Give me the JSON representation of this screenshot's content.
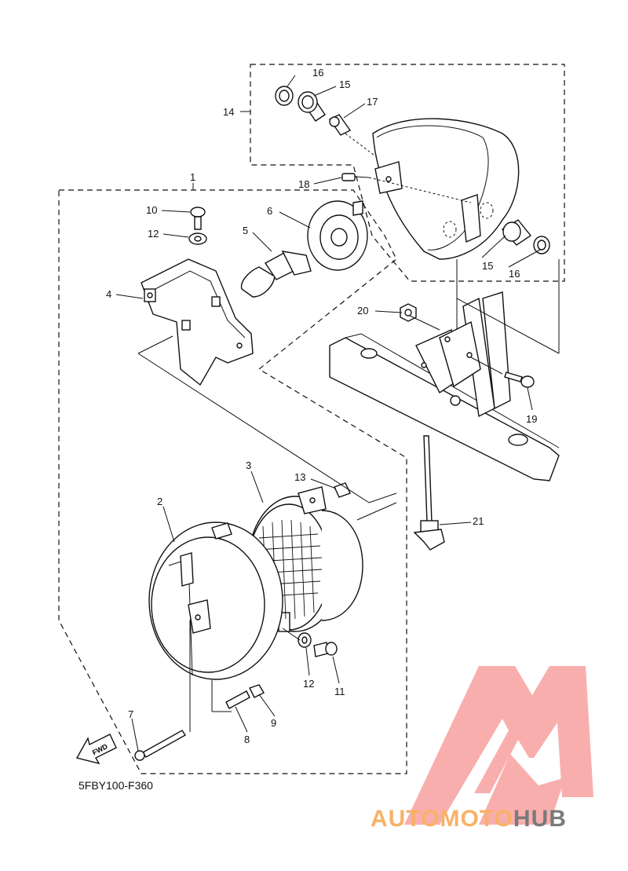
{
  "diagram": {
    "callouts": [
      {
        "id": "c1",
        "text": "1"
      },
      {
        "id": "c2",
        "text": "2"
      },
      {
        "id": "c3",
        "text": "3"
      },
      {
        "id": "c4",
        "text": "4"
      },
      {
        "id": "c5",
        "text": "5"
      },
      {
        "id": "c6",
        "text": "6"
      },
      {
        "id": "c7",
        "text": "7"
      },
      {
        "id": "c8",
        "text": "8"
      },
      {
        "id": "c9",
        "text": "9"
      },
      {
        "id": "c10",
        "text": "10"
      },
      {
        "id": "c11",
        "text": "11"
      },
      {
        "id": "c12a",
        "text": "12"
      },
      {
        "id": "c12b",
        "text": "12"
      },
      {
        "id": "c13",
        "text": "13"
      },
      {
        "id": "c14",
        "text": "14"
      },
      {
        "id": "c15a",
        "text": "15"
      },
      {
        "id": "c15b",
        "text": "15"
      },
      {
        "id": "c16a",
        "text": "16"
      },
      {
        "id": "c16b",
        "text": "16"
      },
      {
        "id": "c17",
        "text": "17"
      },
      {
        "id": "c18",
        "text": "18"
      },
      {
        "id": "c19",
        "text": "19"
      },
      {
        "id": "c20",
        "text": "20"
      },
      {
        "id": "c21",
        "text": "21"
      }
    ],
    "fwd_label": "FWD",
    "diagram_code": "5FBY100-F360"
  },
  "watermark": {
    "text_left": "AUTOMOTO",
    "text_right": "HUB",
    "color_left": "#f7b267",
    "color_mid": "#f48c8c",
    "color_right": "#7a7a7a",
    "logo_color": "#f8a0a0"
  }
}
